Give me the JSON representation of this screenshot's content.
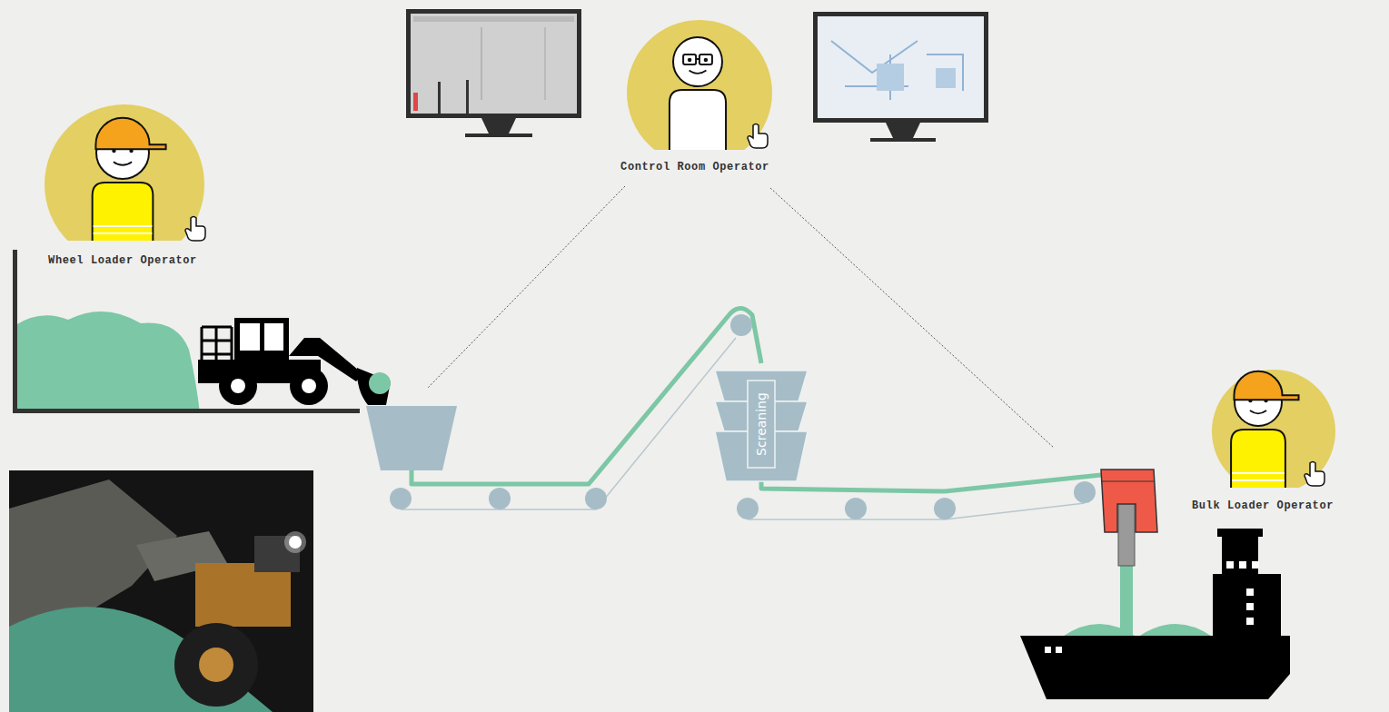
{
  "diagram": {
    "nodes": [
      {
        "text": [
          "Control Room Operator"
        ]
      },
      {
        "text": [
          "Wheel Loader Operator"
        ]
      },
      {
        "text": [
          "Screaning"
        ]
      },
      {
        "text": [
          "Bulk Loader Operator"
        ]
      }
    ]
  }
}
